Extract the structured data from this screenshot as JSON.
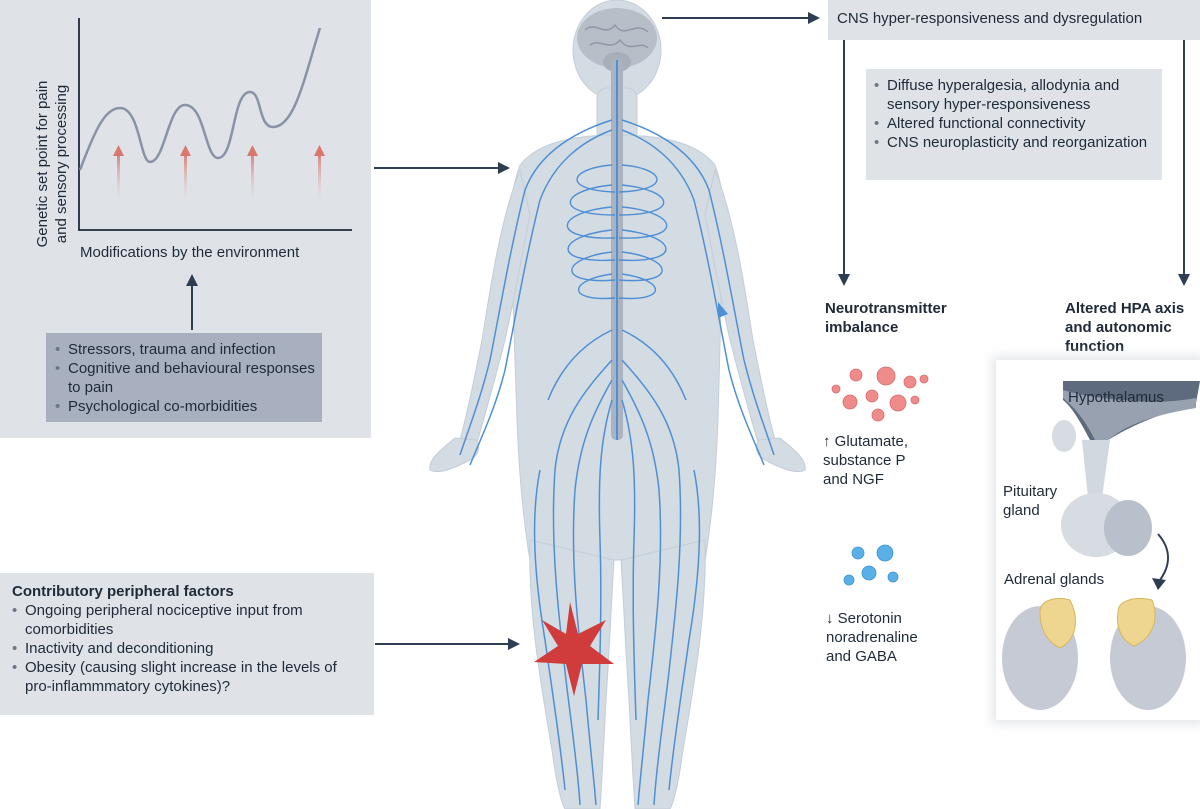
{
  "genetic_panel": {
    "ylabel": "Genetic set point for pain and sensory processing",
    "xlabel": "Modifications by the environment"
  },
  "stressors_box": {
    "items": [
      "Stressors, trauma and infection",
      "Cognitive and behavioural responses to pain",
      "Psychological co-morbidities"
    ]
  },
  "peripheral_box": {
    "title": "Contributory peripheral factors",
    "items": [
      "Ongoing peripheral nociceptive input from comorbidities",
      "Inactivity and deconditioning",
      "Obesity (causing slight increase in the levels of pro-inflammmatory cytokines)?"
    ]
  },
  "cns_box": {
    "title": "CNS hyper-responsiveness and dysregulation"
  },
  "cns_effects": {
    "items": [
      "Diffuse hyperalgesia, allodynia and sensory hyper-responsiveness",
      "Altered functional connectivity",
      "CNS neuroplasticity and reorganization"
    ]
  },
  "neurotransmitter": {
    "title": "Neurotransmitter imbalance",
    "up": "↑ Glutamate, substance P and NGF",
    "down": "↓ Serotonin noradrenaline and GABA"
  },
  "hpa": {
    "title": "Altered HPA axis and autonomic function",
    "hypothalamus": "Hypothalamus",
    "pituitary": "Pituitary gland",
    "adrenal": "Adrenal glands"
  },
  "colors": {
    "panel_bg": "#dfe3e8",
    "list_bg": "#a8b0c0",
    "nerve": "#4f8fd4",
    "body": "#d3dbe3",
    "arrow": "#2d3d52",
    "up_arrow": "#d9776e",
    "star": "#d03c3c"
  }
}
